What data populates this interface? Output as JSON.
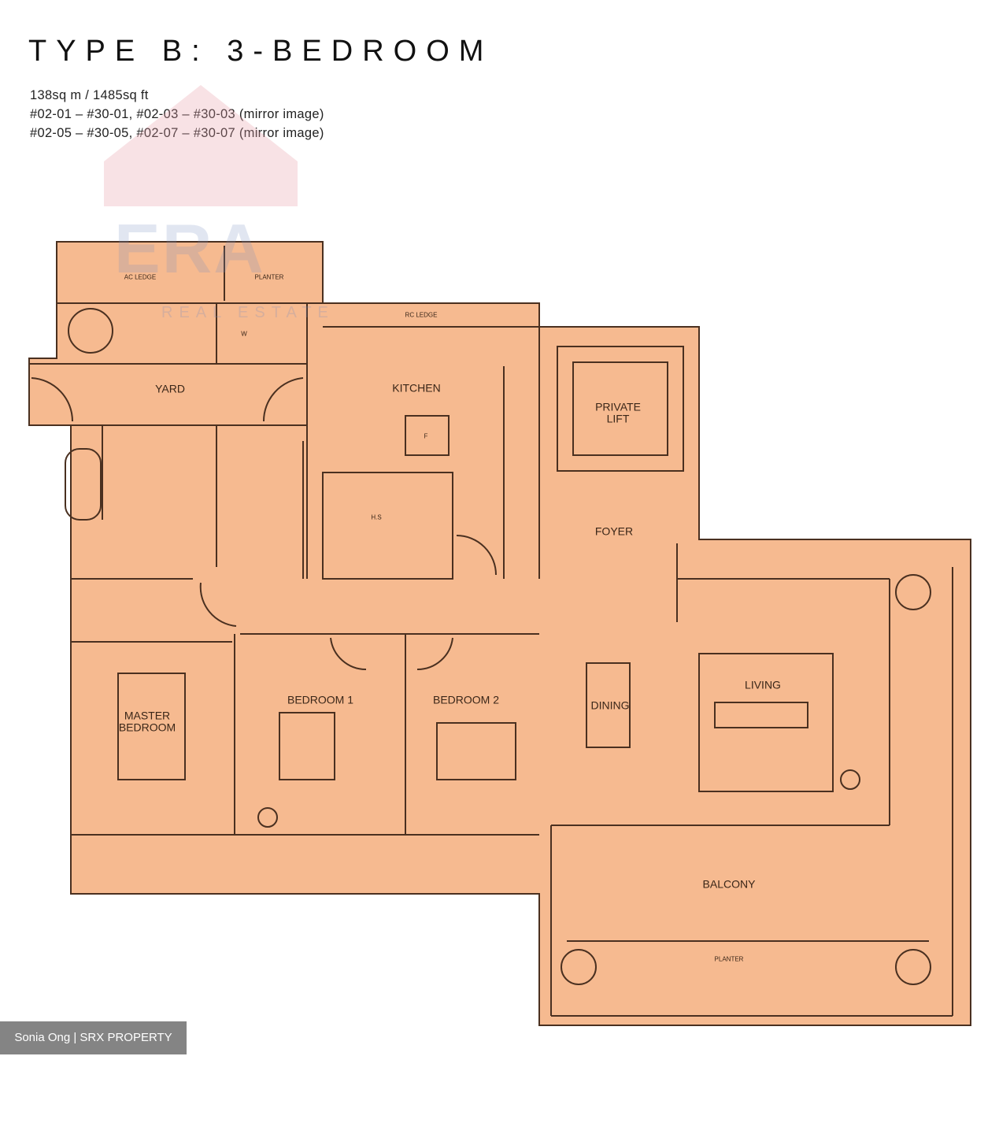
{
  "header": {
    "title": "TYPE B: 3-BEDROOM",
    "area": "138sq m / 1485sq ft",
    "units_line1": "#02-01 – #30-01, #02-03 – #30-03 (mirror image)",
    "units_line2": "#02-05 – #30-05, #02-07 – #30-07 (mirror image)"
  },
  "colors": {
    "floor_fill": "#F6BA90",
    "wall": "#4a3020",
    "watermark": "#E8A0A8"
  },
  "watermark": {
    "logo_text": "ERA",
    "logo_sub": "REAL ESTATE"
  },
  "rooms": {
    "ac_ledge": "AC LEDGE",
    "planter_top": "PLANTER",
    "w": "W",
    "rc_ledge": "RC LEDGE",
    "yard": "YARD",
    "kitchen": "KITCHEN",
    "private_lift": "PRIVATE\nLIFT",
    "f": "F",
    "hs": "H.S",
    "foyer": "FOYER",
    "master_bedroom": "MASTER\nBEDROOM",
    "bedroom1": "BEDROOM 1",
    "bedroom2": "BEDROOM 2",
    "dining": "DINING",
    "living": "LIVING",
    "balcony": "BALCONY",
    "planter_bottom": "PLANTER"
  },
  "credit": "Sonia Ong | SRX PROPERTY"
}
